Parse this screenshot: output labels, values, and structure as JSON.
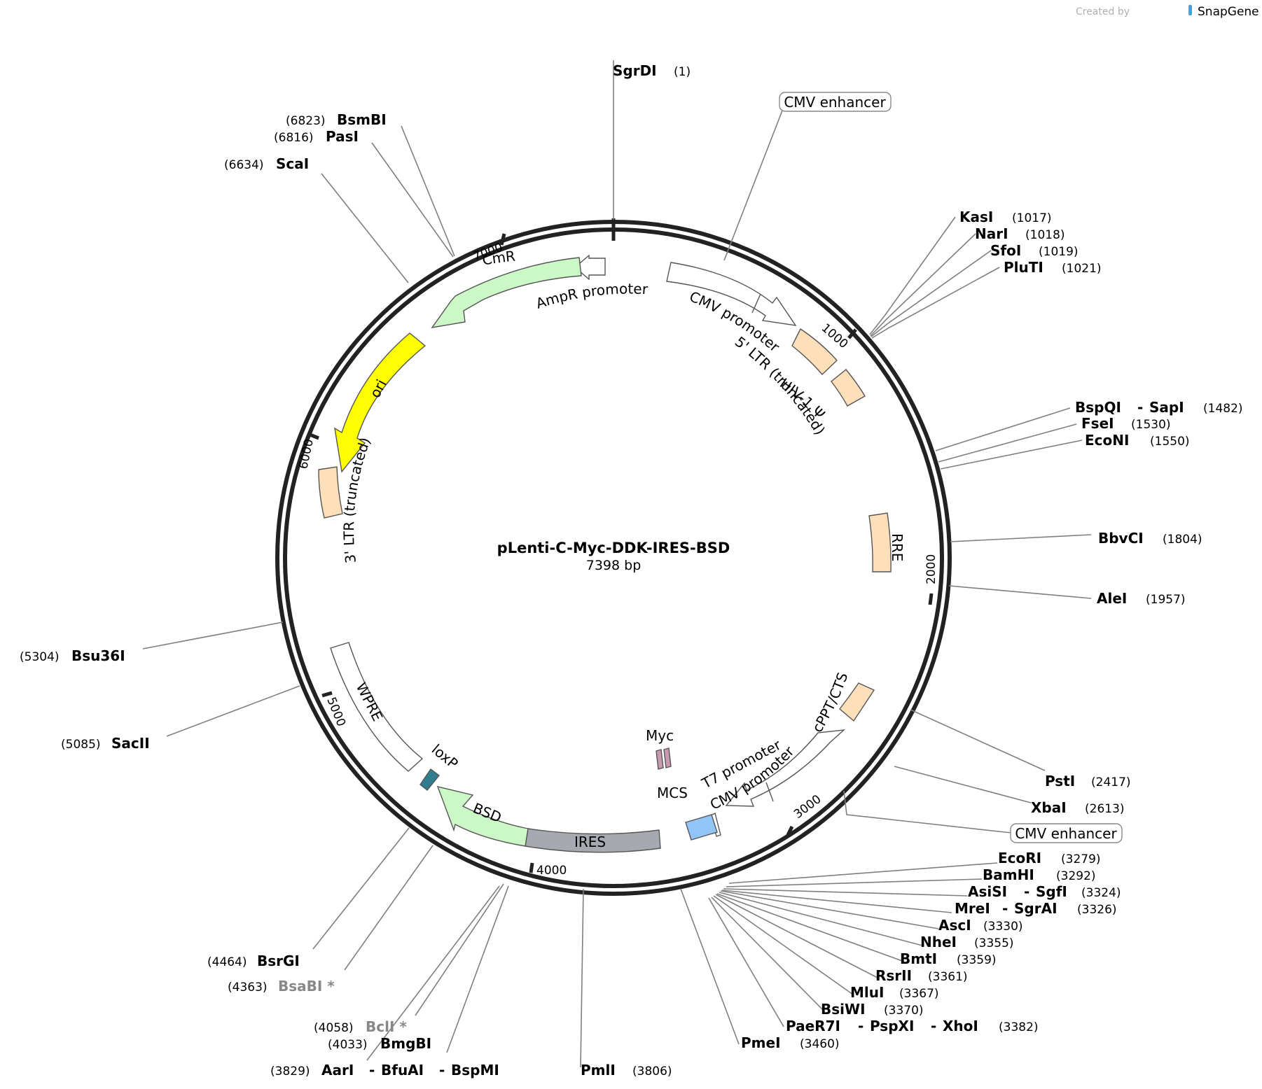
{
  "title": "pLenti-C-Myc-DDK-IRES-BSD",
  "length_label": "7398 bp",
  "credit": {
    "created_by": "Created by",
    "brand": "SnapGene",
    "brand_color": "#39a8dd"
  },
  "colors": {
    "backbone": "#222222",
    "leader": "#7f7f7f",
    "ltr": "#fddfba",
    "cmr": "#ccf7c6",
    "ori": "#ffff00",
    "ires": "#a6aab0",
    "loxp": "#2f7d8f",
    "myc": "#c999b0",
    "mcs": "#92c5f7",
    "plain": "#ffffff",
    "gray_enzyme": "#888888"
  },
  "ticks": [
    "7000",
    "1000",
    "2000",
    "3000",
    "4000",
    "5000",
    "6000"
  ],
  "features": [
    {
      "label": "CmR",
      "color": "#ccf7c6"
    },
    {
      "label": "AmpR promoter",
      "color": "#ffffff"
    },
    {
      "label": "CMV promoter",
      "color": "#ffffff"
    },
    {
      "label": "5' LTR (truncated)",
      "color": "#fddfba"
    },
    {
      "label": "HIV-1 Ψ",
      "color": "#fddfba"
    },
    {
      "label": "RRE",
      "color": "#fddfba"
    },
    {
      "label": "cPPT/CTS",
      "color": "#fddfba"
    },
    {
      "label": "CMV promoter",
      "color": "#ffffff"
    },
    {
      "label": "T7 promoter",
      "color": "#ffffff"
    },
    {
      "label": "MCS",
      "color": "#92c5f7"
    },
    {
      "label": "Myc",
      "color": "#c999b0"
    },
    {
      "label": "IRES",
      "color": "#a6aab0"
    },
    {
      "label": "BSD",
      "color": "#ccf7c6"
    },
    {
      "label": "loxP",
      "color": "#2f7d8f"
    },
    {
      "label": "WPRE",
      "color": "#ffffff"
    },
    {
      "label": "3' LTR (truncated)",
      "color": "#fddfba"
    },
    {
      "label": "ori",
      "color": "#ffff00"
    }
  ],
  "callouts": [
    "CMV enhancer",
    "CMV enhancer"
  ],
  "enzymes": [
    {
      "name": "SgrDI",
      "pos": "(1)"
    },
    {
      "name": "KasI",
      "pos": "(1017)"
    },
    {
      "name": "NarI",
      "pos": "(1018)"
    },
    {
      "name": "SfoI",
      "pos": "(1019)"
    },
    {
      "name": "PluTI",
      "pos": "(1021)"
    },
    {
      "name": "BspQI",
      "pos": "(1482)"
    },
    {
      "name": "SapI",
      "pos": ""
    },
    {
      "name": "FseI",
      "pos": "(1530)"
    },
    {
      "name": "EcoNI",
      "pos": "(1550)"
    },
    {
      "name": "BbvCI",
      "pos": "(1804)"
    },
    {
      "name": "AleI",
      "pos": "(1957)"
    },
    {
      "name": "PstI",
      "pos": "(2417)"
    },
    {
      "name": "XbaI",
      "pos": "(2613)"
    },
    {
      "name": "EcoRI",
      "pos": "(3279)"
    },
    {
      "name": "BamHI",
      "pos": "(3292)"
    },
    {
      "name": "AsiSI",
      "pos": "(3324)"
    },
    {
      "name": "SgfI",
      "pos": ""
    },
    {
      "name": "MreI",
      "pos": "(3326)"
    },
    {
      "name": "SgrAI",
      "pos": ""
    },
    {
      "name": "AscI",
      "pos": "(3330)"
    },
    {
      "name": "NheI",
      "pos": "(3355)"
    },
    {
      "name": "BmtI",
      "pos": "(3359)"
    },
    {
      "name": "RsrII",
      "pos": "(3361)"
    },
    {
      "name": "MluI",
      "pos": "(3367)"
    },
    {
      "name": "BsiWI",
      "pos": "(3370)"
    },
    {
      "name": "PaeR7I",
      "pos": "(3382)"
    },
    {
      "name": "PspXI",
      "pos": ""
    },
    {
      "name": "XhoI",
      "pos": ""
    },
    {
      "name": "PmeI",
      "pos": "(3460)"
    },
    {
      "name": "PmlI",
      "pos": "(3806)"
    },
    {
      "name": "AarI",
      "pos": "(3829)"
    },
    {
      "name": "BfuAI",
      "pos": ""
    },
    {
      "name": "BspMI",
      "pos": ""
    },
    {
      "name": "BmgBI",
      "pos": "(4033)"
    },
    {
      "name": "BclI *",
      "pos": "(4058)"
    },
    {
      "name": "BsaBI *",
      "pos": "(4363)"
    },
    {
      "name": "BsrGI",
      "pos": "(4464)"
    },
    {
      "name": "SacII",
      "pos": "(5085)"
    },
    {
      "name": "Bsu36I",
      "pos": "(5304)"
    },
    {
      "name": "ScaI",
      "pos": "(6634)"
    },
    {
      "name": "PasI",
      "pos": "(6816)"
    },
    {
      "name": "BsmBI",
      "pos": "(6823)"
    }
  ]
}
